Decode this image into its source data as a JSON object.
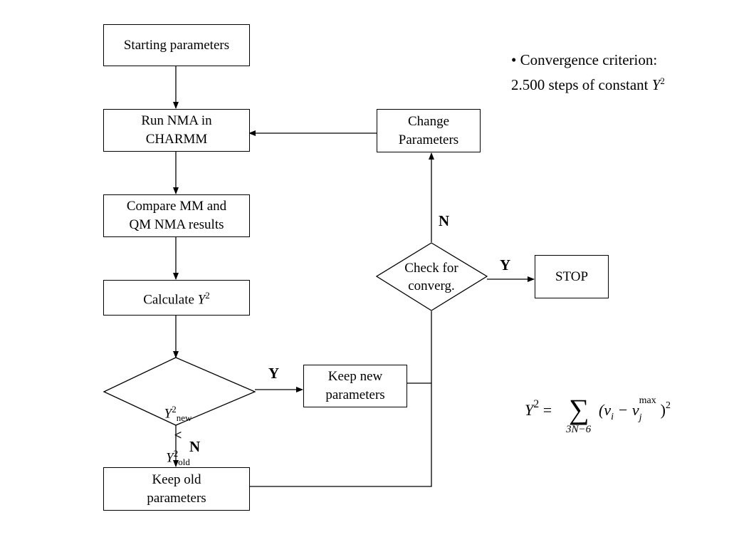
{
  "boxes": {
    "start": "Starting parameters",
    "run_nma": "Run NMA in\nCHARMM",
    "compare": "Compare MM and\nQM NMA results",
    "calculate_prefix": "Calculate ",
    "keep_new": "Keep new\nparameters",
    "keep_old": "Keep old\nparameters",
    "change": "Change\nParameters",
    "stop": "STOP"
  },
  "decisions": {
    "compare_y": "Y",
    "compare_new": "new",
    "compare_lt": "<",
    "compare_old": "old",
    "check": "Check for\nconverg."
  },
  "labels": {
    "yes_1": "Y",
    "no_1": "N",
    "yes_2": "Y",
    "no_2": "N"
  },
  "symbols": {
    "y": "Y",
    "sq": "2"
  },
  "note": {
    "line1": "• Convergence criterion:",
    "line2": "2.500 steps of constant "
  },
  "formula": {
    "lhs": "Y",
    "lhs_sup": "2",
    "eq": "=",
    "sigma": "∑",
    "sigma_under": "3N−6",
    "body_open": "(v",
    "sub_i": "i",
    "minus": " − v",
    "sub_j": "j",
    "sup_max": "max",
    "body_close": ")",
    "sup_2": "2"
  }
}
